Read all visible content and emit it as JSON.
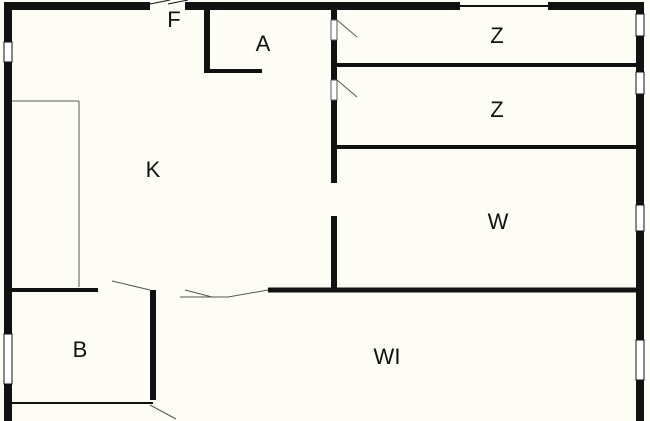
{
  "floor_plan": {
    "wall_color": "#111111",
    "floor_color": "#fdfdf5",
    "rooms": [
      {
        "id": "F",
        "label": "F"
      },
      {
        "id": "A",
        "label": "A"
      },
      {
        "id": "Z1",
        "label": "Z"
      },
      {
        "id": "Z2",
        "label": "Z"
      },
      {
        "id": "K",
        "label": "K"
      },
      {
        "id": "W",
        "label": "W"
      },
      {
        "id": "B",
        "label": "B"
      },
      {
        "id": "WI",
        "label": "WI"
      }
    ]
  }
}
